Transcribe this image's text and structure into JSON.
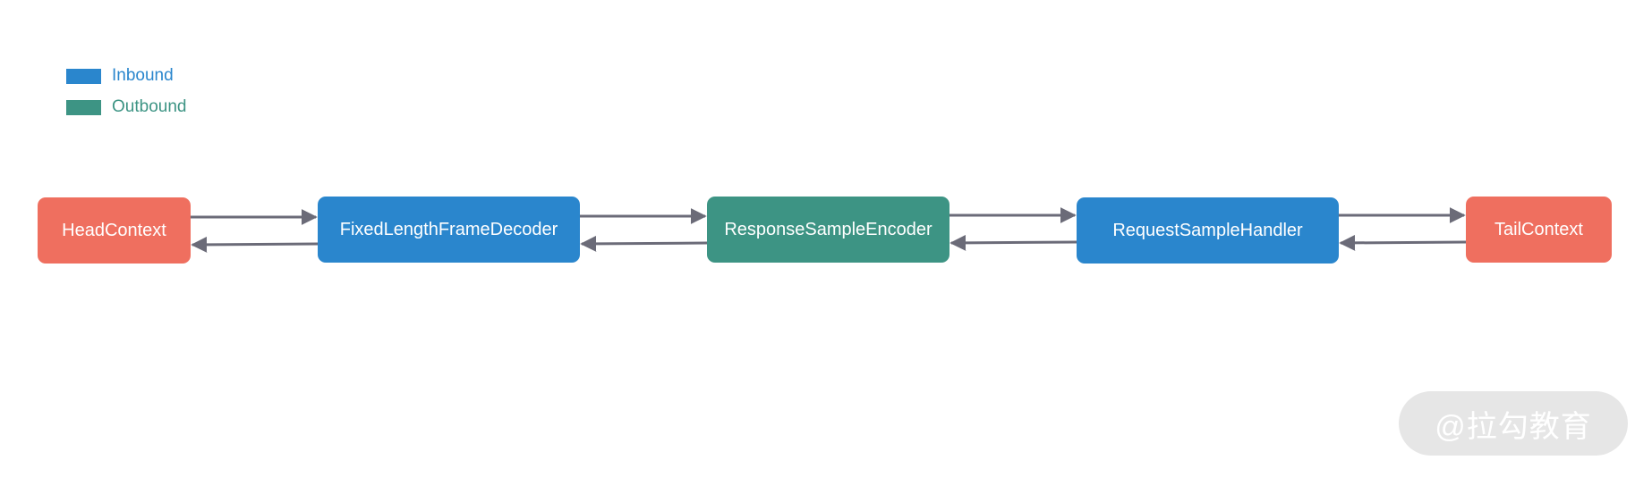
{
  "colors": {
    "inbound": "#2a86cd",
    "outbound": "#3d9484",
    "context": "#ef6f5f",
    "arrow": "#6b6b78",
    "watermark_bg": "#e6e6e6",
    "watermark_text": "#ffffff"
  },
  "legend": [
    {
      "label": "Inbound",
      "kind": "inbound"
    },
    {
      "label": "Outbound",
      "kind": "outbound"
    }
  ],
  "pipeline": [
    {
      "label": "HeadContext",
      "kind": "context"
    },
    {
      "label": "FixedLengthFrameDecoder",
      "kind": "inbound"
    },
    {
      "label": "ResponseSampleEncoder",
      "kind": "outbound"
    },
    {
      "label": "RequestSampleHandler",
      "kind": "inbound"
    },
    {
      "label": "TailContext",
      "kind": "context"
    }
  ],
  "watermark": {
    "text": "@拉勾教育"
  }
}
